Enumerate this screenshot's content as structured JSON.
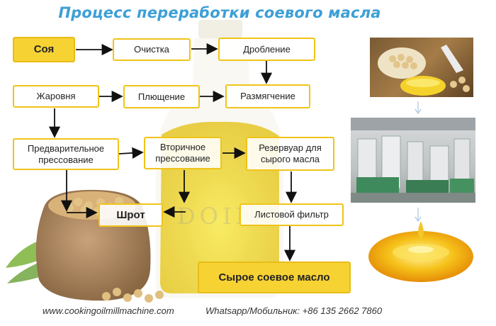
{
  "title": "Процесс переработки соевого масла",
  "nodes": {
    "soy": "Соя",
    "cleaning": "Очистка",
    "crushing": "Дробление",
    "roasting": "Жаровня",
    "flaking": "Плющение",
    "softening": "Размягчение",
    "prepress": "Предварительное прессование",
    "secondpress": "Вторичное прессование",
    "tank": "Резервуар для сырого масла",
    "meal": "Шрот",
    "leaffilter": "Листовой фильтр",
    "crudeoil": "Сырое соевое масло"
  },
  "watermark": "DOING",
  "footer": {
    "website": "www.cookingoilmillmachine.com",
    "contact": "Whatsapp/Мобильник: +86 135 2662 7860"
  },
  "colors": {
    "title": "#3d9fd6",
    "box_border": "#f0c419",
    "box_fill_highlight": "#f7d233"
  }
}
